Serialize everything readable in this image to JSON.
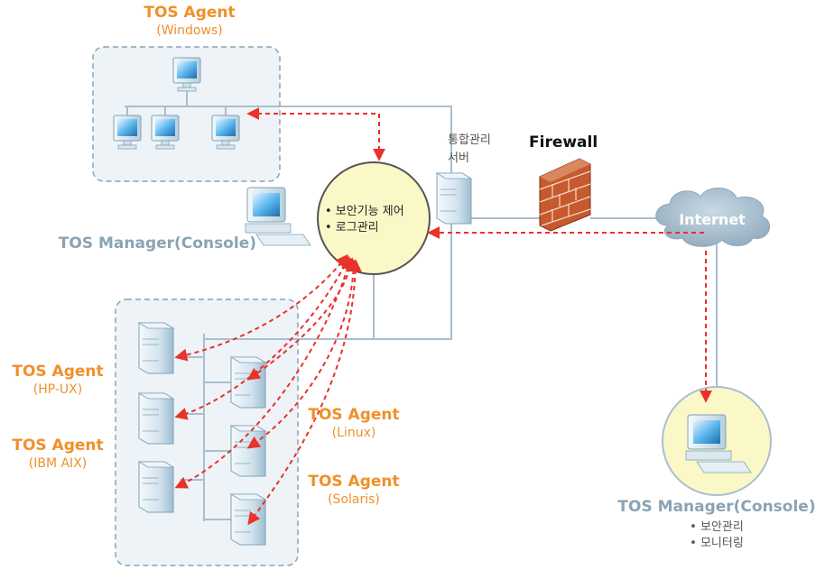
{
  "agents": {
    "windows": {
      "title": "TOS Agent",
      "sub": "(Windows)"
    },
    "hpux": {
      "title": "TOS Agent",
      "sub": "(HP-UX)"
    },
    "aix": {
      "title": "TOS Agent",
      "sub": "(IBM AIX)"
    },
    "linux": {
      "title": "TOS Agent",
      "sub": "(Linux)"
    },
    "solaris": {
      "title": "TOS Agent",
      "sub": "(Solaris)"
    }
  },
  "manager_local": {
    "title": "TOS Manager(Console)"
  },
  "manager_remote": {
    "title": "TOS Manager(Console)",
    "features": [
      "• 보안관리",
      "• 모니터링"
    ]
  },
  "center": {
    "items": [
      "• 보안기능 제어",
      "• 로그관리"
    ]
  },
  "server": {
    "line1": "통합관리",
    "line2": "서버"
  },
  "firewall": {
    "label": "Firewall"
  },
  "internet": {
    "label": "Internet"
  },
  "colors": {
    "agent_text": "#f0902a",
    "manager_text": "#8aa3b4",
    "arrow": "#e8322a",
    "center_fill": "#fbf8c8",
    "group_border": "#8aa3b4",
    "cloud": "#a9bfcf"
  }
}
